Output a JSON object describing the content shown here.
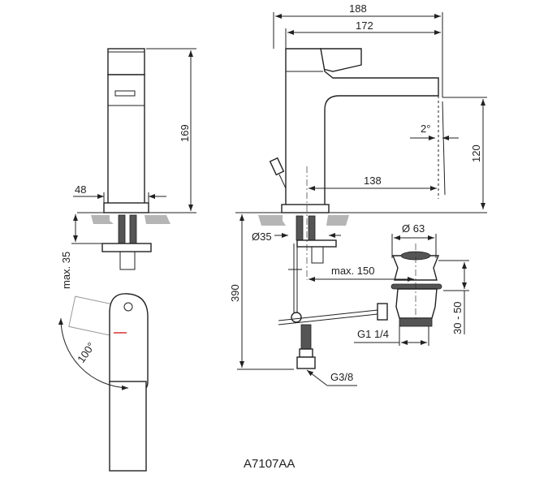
{
  "model": "A7107AA",
  "dimensions": {
    "side_height": "169",
    "side_width": "48",
    "max_thickness": "max. 35",
    "overall_length": "188",
    "spout_length": "172",
    "spout_height": "120",
    "spout_angle": "2°",
    "spout_reach": "138",
    "hole_diameter": "Ø35",
    "drain_diameter": "Ø 63",
    "max_distance": "max. 150",
    "total_depth": "390",
    "drain_range": "30 - 50",
    "drain_thread": "G1 1/4",
    "supply_thread": "G3/8",
    "swivel_angle": "100°"
  }
}
